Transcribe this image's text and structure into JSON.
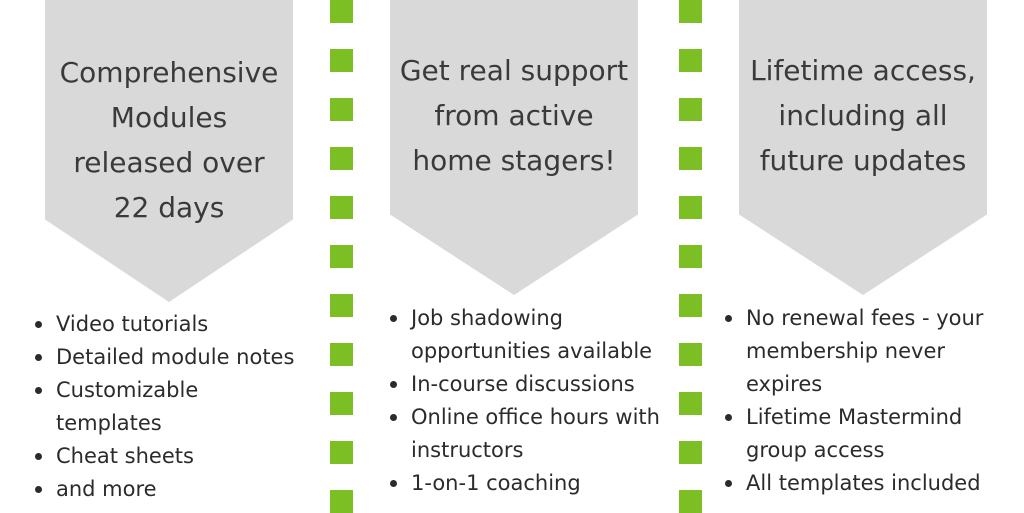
{
  "accent_color": "#7cbf24",
  "arrow_color": "#d9d9d9",
  "columns": [
    {
      "heading": "Comprehensive\nModules\nreleased over\n22 days",
      "bullets": [
        "Video tutorials",
        "Detailed module notes",
        "Customizable\ntemplates",
        "Cheat sheets",
        "and more"
      ]
    },
    {
      "heading": "Get real support\nfrom active\nhome stagers!",
      "bullets": [
        "Job shadowing\nopportunities available",
        "In-course discussions",
        "Online office hours with\ninstructors",
        "1-on-1 coaching"
      ]
    },
    {
      "heading": "Lifetime access,\nincluding all\nfuture updates",
      "bullets": [
        "No renewal fees - your\nmembership never\nexpires",
        "Lifetime Mastermind\ngroup access",
        "All templates included"
      ]
    }
  ]
}
